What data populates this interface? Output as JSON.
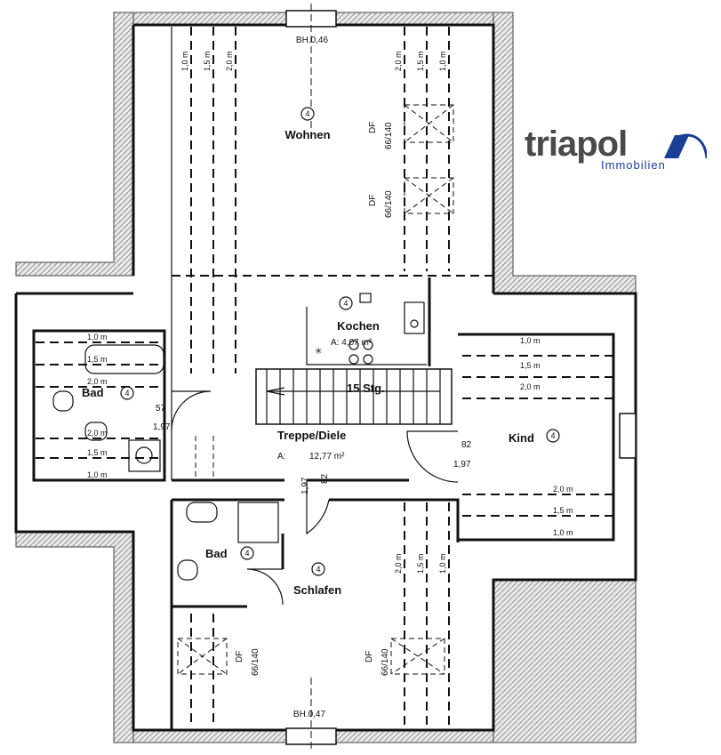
{
  "brand": {
    "name": "triapol",
    "tagline": "Immobilien",
    "colors": {
      "wordmark": "#4a4a4a",
      "accent": "#1b3f95"
    }
  },
  "rooms": {
    "wohnen": {
      "label": "Wohnen",
      "number": "4"
    },
    "kochen": {
      "label": "Kochen",
      "number": "4",
      "area": "A: 4,07 m²"
    },
    "bad_left": {
      "label": "Bad",
      "number": "4"
    },
    "treppe": {
      "label": "Treppe/Diele",
      "area_prefix": "A:",
      "area": "12,77 m²"
    },
    "stairs": {
      "label": "15 Stg."
    },
    "kind": {
      "label": "Kind",
      "number": "4"
    },
    "bad_lower": {
      "label": "Bad",
      "number": "4"
    },
    "schlafen": {
      "label": "Schlafen",
      "number": "4"
    }
  },
  "windows": {
    "top": "BH.0,46",
    "bottom": "BH.0,47",
    "df": "DF",
    "df_size": "66/140"
  },
  "heights": {
    "h10": "1,0 m",
    "h15": "1,5 m",
    "h20": "2,0 m"
  },
  "doors": {
    "bad_w": "57",
    "bad_h": "1,97",
    "kind_w": "82",
    "kind_h": "1,97",
    "schlafen_w": "82",
    "schlafen_h": "1,97"
  }
}
